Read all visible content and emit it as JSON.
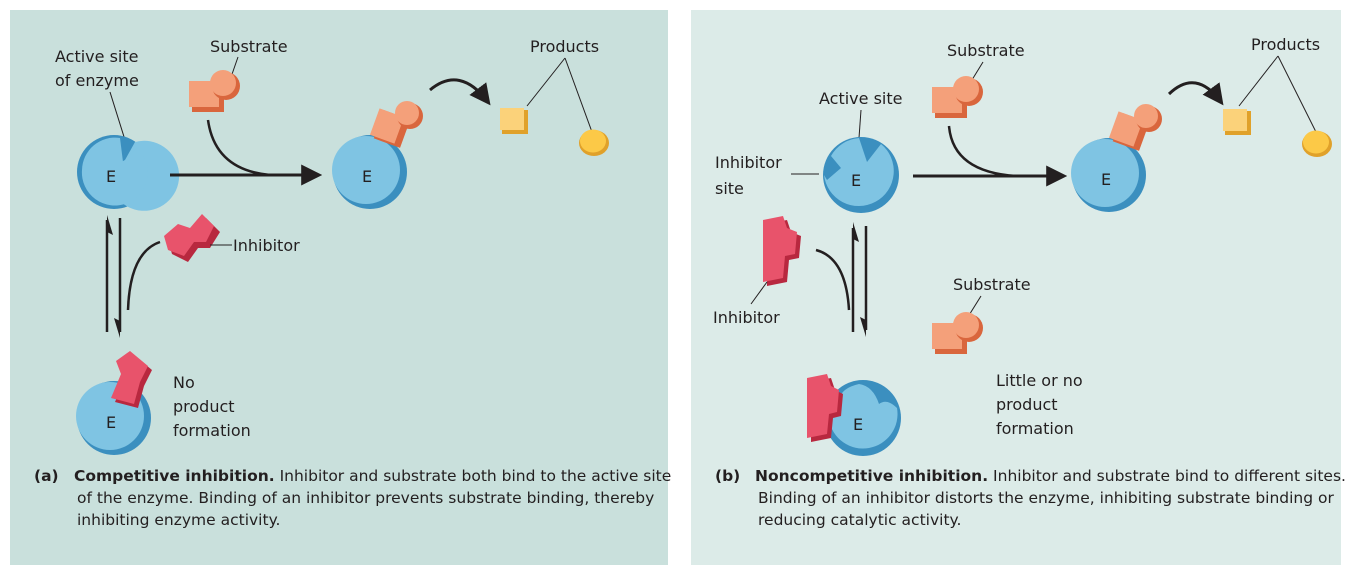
{
  "panel_a": {
    "labels": {
      "active_site": [
        "Active site",
        "of enzyme"
      ],
      "substrate": "Substrate",
      "products": "Products",
      "inhibitor": "Inhibitor",
      "no_product": [
        "No",
        "product",
        "formation"
      ],
      "enzyme": "E"
    },
    "caption": {
      "tag": "(a)",
      "title": "Competitive inhibition.",
      "body": "Inhibitor and substrate both bind to the active site of the enzyme. Binding of an inhibitor prevents substrate binding, thereby inhibiting enzyme activity."
    }
  },
  "panel_b": {
    "labels": {
      "substrate_top": "Substrate",
      "products": "Products",
      "active_site": "Active site",
      "inhibitor_site": [
        "Inhibitor",
        "site"
      ],
      "inhibitor": "Inhibitor",
      "substrate_free": "Substrate",
      "little_product": [
        "Little or no",
        "product",
        "formation"
      ],
      "enzyme": "E"
    },
    "caption": {
      "tag": "(b)",
      "title": "Noncompetitive inhibition.",
      "body": "Inhibitor and substrate bind to different sites.  Binding of an inhibitor distorts the enzyme, inhibiting substrate binding or reducing catalytic activity."
    }
  },
  "colors": {
    "enzyme": "#7fc4e3",
    "enzyme_shadow": "#3b8fbf",
    "substrate": "#f4a07a",
    "substrate_shadow": "#d9663d",
    "inhibitor": "#e8536b",
    "inhibitor_shadow": "#b8283f",
    "product_square": "#fbd27a",
    "product_circle": "#fcc947",
    "arrow": "#231f20"
  }
}
